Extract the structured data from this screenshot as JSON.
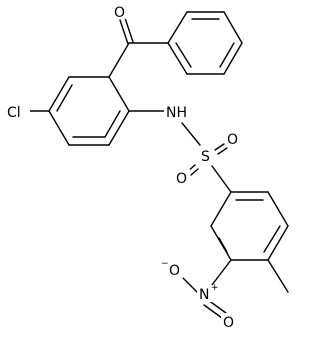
{
  "molecule": {
    "atom_labels": {
      "carbonyl_oxygen": "O",
      "chlorine": "Cl",
      "amine": "NH",
      "sulfur": "S",
      "sulfonyl_oxygen_a": "O",
      "sulfonyl_oxygen_b": "O",
      "nitro_nitrogen": "N",
      "nitro_nitrogen_charge": "+",
      "nitro_oxygen_minus": "O",
      "nitro_oxygen_minus_charge": "−",
      "nitro_oxygen_double": "O"
    },
    "colors": {
      "bond": "#000000",
      "label": "#000000",
      "background": "#ffffff"
    }
  }
}
